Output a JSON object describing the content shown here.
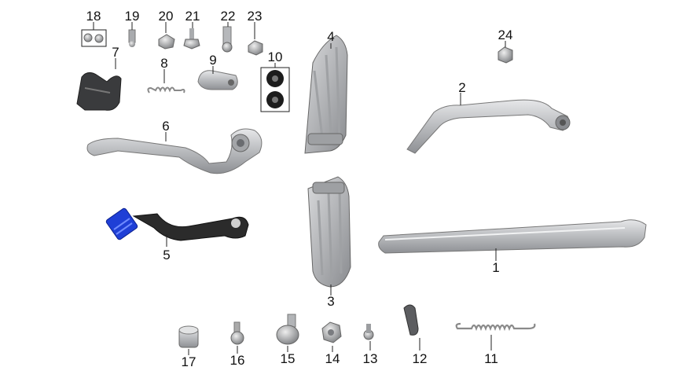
{
  "callouts": [
    {
      "id": "1",
      "label": "1"
    },
    {
      "id": "2",
      "label": "2"
    },
    {
      "id": "3",
      "label": "3"
    },
    {
      "id": "4",
      "label": "4"
    },
    {
      "id": "5",
      "label": "5"
    },
    {
      "id": "6",
      "label": "6"
    },
    {
      "id": "7",
      "label": "7"
    },
    {
      "id": "8",
      "label": "8"
    },
    {
      "id": "9",
      "label": "9"
    },
    {
      "id": "10",
      "label": "10"
    },
    {
      "id": "11",
      "label": "11"
    },
    {
      "id": "12",
      "label": "12"
    },
    {
      "id": "13",
      "label": "13"
    },
    {
      "id": "14",
      "label": "14"
    },
    {
      "id": "15",
      "label": "15"
    },
    {
      "id": "16",
      "label": "16"
    },
    {
      "id": "17",
      "label": "17"
    },
    {
      "id": "18",
      "label": "18"
    },
    {
      "id": "19",
      "label": "19"
    },
    {
      "id": "20",
      "label": "20"
    },
    {
      "id": "21",
      "label": "21"
    },
    {
      "id": "22",
      "label": "22"
    },
    {
      "id": "23",
      "label": "23"
    },
    {
      "id": "24",
      "label": "24"
    }
  ],
  "colors": {
    "aluminium": "#c8c9cb",
    "dark": "#2b2b2b",
    "blue": "#1f3fd6",
    "line": "#222222"
  }
}
